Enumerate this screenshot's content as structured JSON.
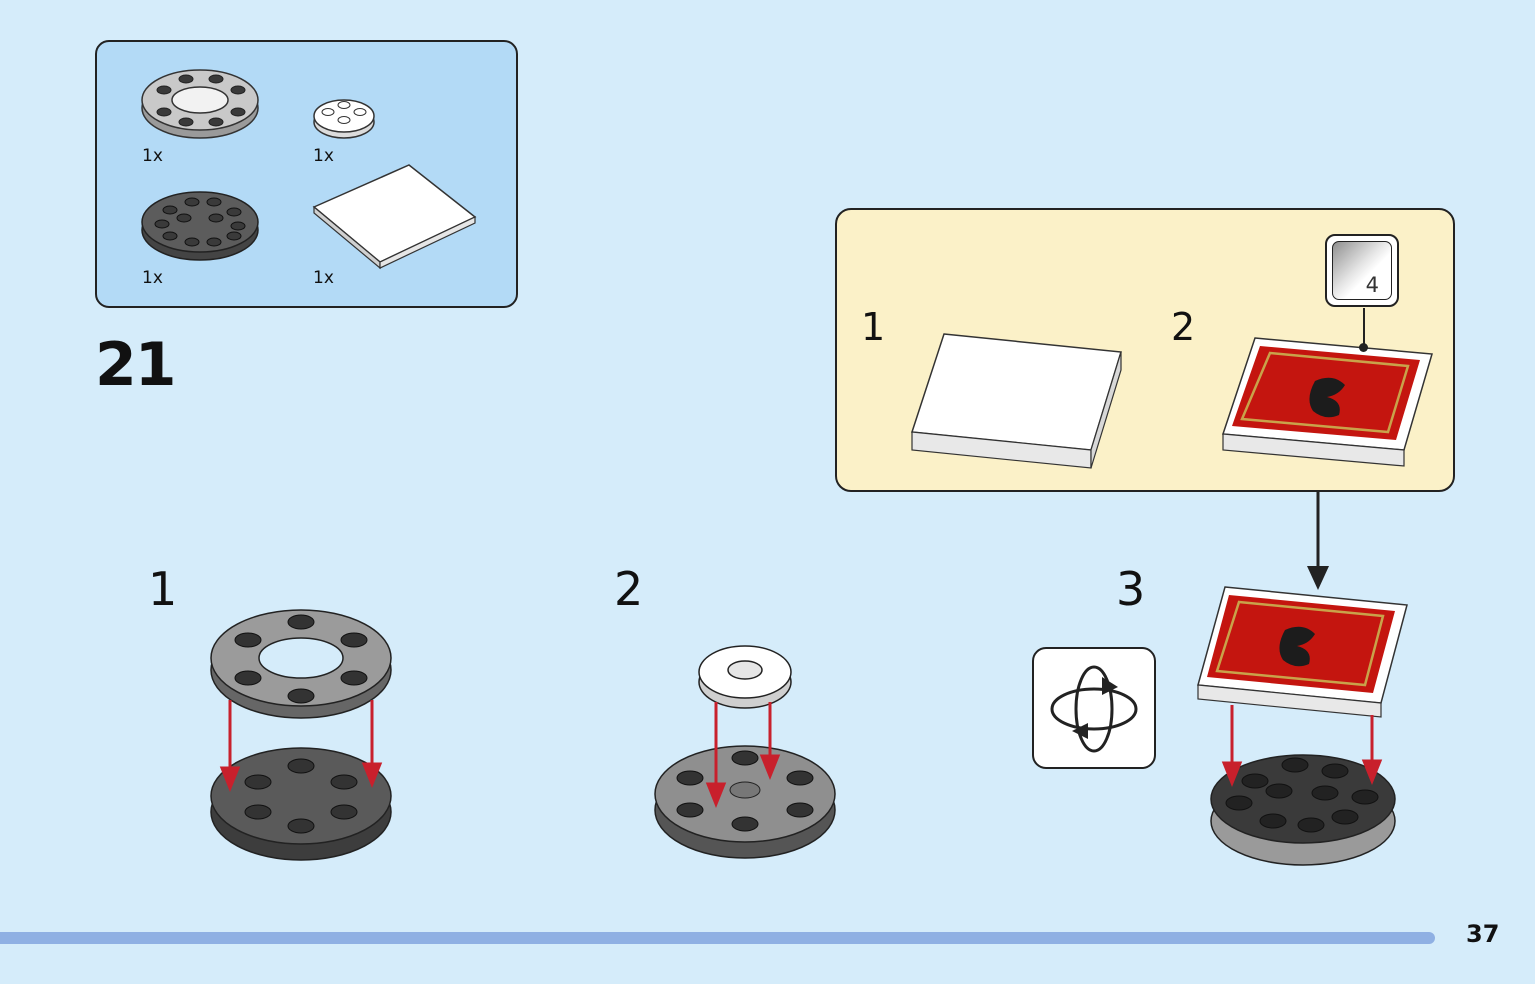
{
  "step_number": "21",
  "parts": [
    {
      "name": "round-plate-ring-light-gray",
      "qty": "1x"
    },
    {
      "name": "round-plate-2x2-white",
      "qty": "1x"
    },
    {
      "name": "round-plate-4x4-dark-gray",
      "qty": "1x"
    },
    {
      "name": "tile-white",
      "qty": "1x"
    }
  ],
  "callout": {
    "steps": [
      "1",
      "2"
    ],
    "sticker_number": "4"
  },
  "substeps": [
    "1",
    "2",
    "3"
  ],
  "page_number": "37",
  "colors": {
    "background": "#d5ecfa",
    "parts_box": "#b3daf6",
    "callout_box": "#fbf1c8",
    "arrow_red": "#c8202c",
    "tile_red": "#c4150f",
    "footer_bar": "#8fb0e3"
  }
}
